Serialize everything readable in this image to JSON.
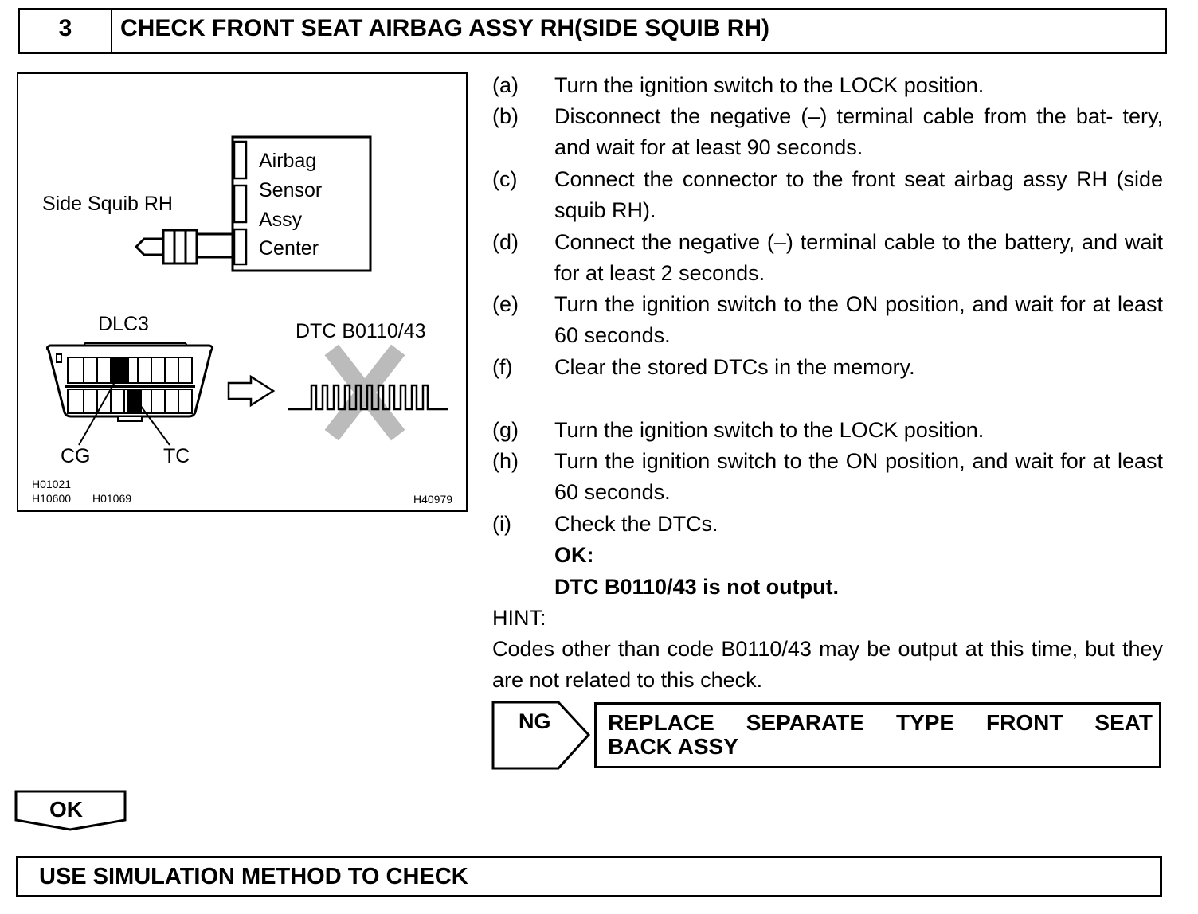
{
  "header": {
    "number": "3",
    "title": "CHECK FRONT SEAT AIRBAG ASSY RH(SIDE SQUIB RH)"
  },
  "figure": {
    "side_squib_label": "Side Squib RH",
    "sensor_lines": [
      "Airbag",
      "Sensor",
      "Assy",
      "Center"
    ],
    "dlc_label": "DLC3",
    "dtc_label": "DTC B0110/43",
    "cg_label": "CG",
    "tc_label": "TC",
    "code_1": "H01021",
    "code_2": "H10600",
    "code_3": "H01069",
    "code_4": "H40979"
  },
  "steps": [
    {
      "letter": "(a)",
      "text": "Turn the ignition switch to the LOCK position."
    },
    {
      "letter": "(b)",
      "text": "Disconnect the negative (–) terminal cable from the bat- tery, and wait for at least 90 seconds."
    },
    {
      "letter": "(c)",
      "text": "Connect the connector to the front seat airbag assy RH (side squib RH)."
    },
    {
      "letter": "(d)",
      "text": "Connect the negative (–) terminal cable to the battery, and wait for at least 2 seconds."
    },
    {
      "letter": "(e)",
      "text": "Turn the ignition switch to the ON position, and wait for at least 60 seconds."
    },
    {
      "letter": "(f)",
      "text": "Clear the stored DTCs in the memory."
    },
    {
      "letter": "(g)",
      "text": "Turn the ignition switch to the LOCK position."
    },
    {
      "letter": "(h)",
      "text": "Turn the ignition switch to the ON position, and wait for at least 60 seconds."
    },
    {
      "letter": "(i)",
      "text": "Check the DTCs."
    }
  ],
  "ok_label": "OK:",
  "ok_condition": "DTC B0110/43 is not output.",
  "hint_label": "HINT:",
  "hint_text": "Codes other than code B0110/43 may be output at this time, but they are not related to this check.",
  "ng": {
    "label": "NG",
    "action_line1": "REPLACE SEPARATE TYPE FRONT SEAT",
    "action_line2": "BACK ASSY"
  },
  "ok_button": "OK",
  "final_action": "USE SIMULATION METHOD TO CHECK"
}
